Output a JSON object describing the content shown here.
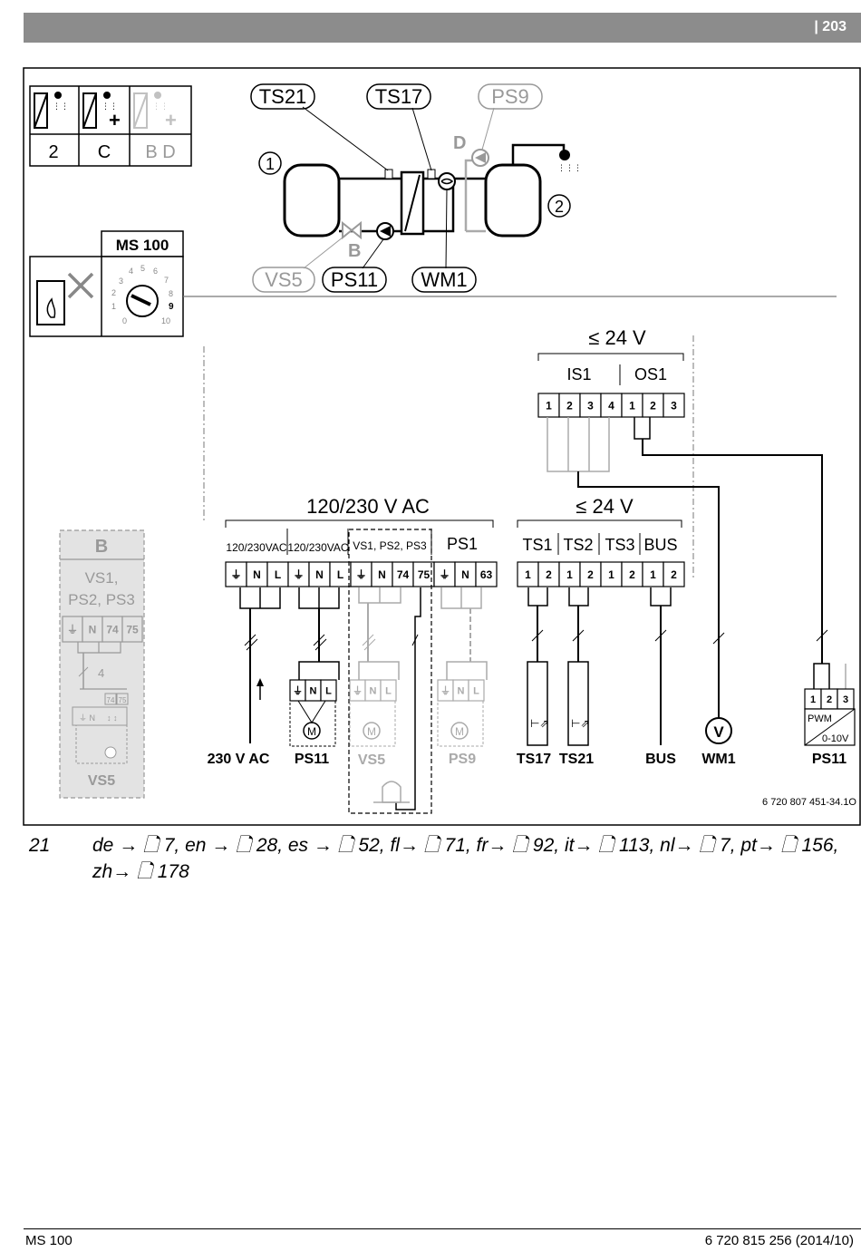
{
  "page": {
    "number": "| 203"
  },
  "config_table": {
    "values": [
      "2",
      "C",
      "B D"
    ]
  },
  "module": {
    "name": "MS 100",
    "dial": [
      "0",
      "1",
      "2",
      "3",
      "4",
      "5",
      "6",
      "7",
      "8",
      "9",
      "10"
    ],
    "selected": "9"
  },
  "hydraulic": {
    "sensors": [
      "TS21",
      "TS17",
      "PS9",
      "VS5",
      "PS11",
      "WM1"
    ],
    "circle_labels": [
      "1",
      "2"
    ],
    "letters": [
      "D",
      "B"
    ]
  },
  "wiring": {
    "low_voltage_top": "≤ 24 V",
    "is1": "IS1",
    "os1": "OS1",
    "is1_terms": [
      "1",
      "2",
      "3",
      "4"
    ],
    "os1_terms": [
      "1",
      "2",
      "3"
    ],
    "mains_title": "120/230 V AC",
    "mains_groups": [
      "120/230VAC",
      "120/230VAC",
      "VS1, PS2, PS3",
      "PS1"
    ],
    "mains_terms": [
      "⏚",
      "N",
      "L",
      "⏚",
      "N",
      "L",
      "⏚",
      "N",
      "74",
      "75",
      "⏚",
      "N",
      "63"
    ],
    "low_voltage_mid": "≤ 24 V",
    "ts_groups": [
      "TS1",
      "TS2",
      "TS3",
      "BUS"
    ],
    "ts_terms": [
      "1",
      "2",
      "1",
      "2",
      "1",
      "2",
      "1",
      "2"
    ],
    "pump_terms": [
      "⏚",
      "N",
      "L"
    ],
    "pwm_terms": [
      "1",
      "2",
      "3"
    ],
    "pwm_label": "PWM",
    "pwm_range": "0-10V",
    "meter_symbol": "V",
    "motor_symbol": "M",
    "cable_count": "4",
    "bottom_labels": [
      "230 V AC",
      "PS11",
      "VS5",
      "PS9",
      "TS17",
      "TS21",
      "BUS",
      "WM1",
      "PS11"
    ],
    "option_box": {
      "title": "B",
      "name": "VS1,\nPS2, PS3",
      "terms": [
        "⏚",
        "N",
        "74",
        "75"
      ],
      "sub_terms": [
        "74",
        "75"
      ],
      "label": "VS5"
    },
    "code": "6 720 807 451-34.1O"
  },
  "caption": {
    "figure": "21",
    "refs": "de → 🗋 7, en → 🗋 28, es → 🗋 52, fl→ 🗋 71, fr→ 🗋 92, it→ 🗋 113, nl→ 🗋 7, pt→ 🗋 156, zh→ 🗋 178"
  },
  "footer": {
    "left": "MS 100",
    "right": "6 720 815 256 (2014/10)"
  },
  "colors": {
    "gray": "#b0b0b0",
    "header": "#8c8c8c",
    "option_bg": "#e3e3e3"
  }
}
